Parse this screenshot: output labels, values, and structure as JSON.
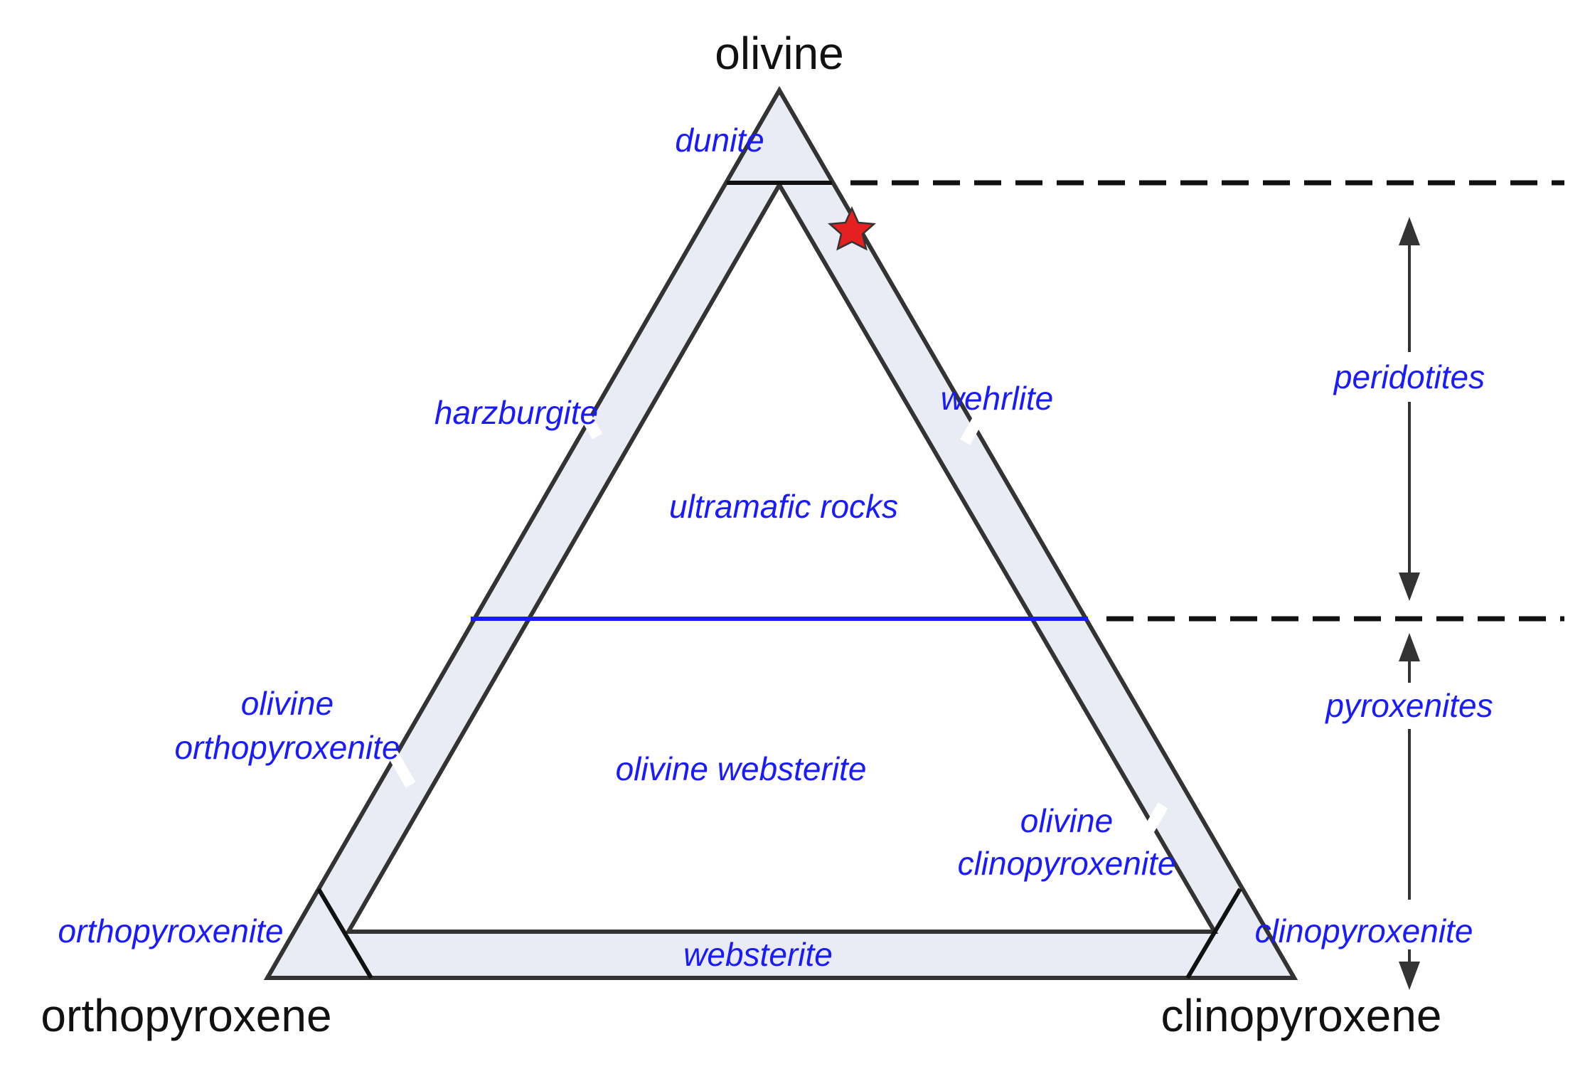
{
  "apex_labels": {
    "top": "olivine",
    "bottom_left": "orthopyroxene",
    "bottom_right": "clinopyroxene"
  },
  "field_labels": {
    "dunite": "dunite",
    "harzburgite": "harzburgite",
    "wehrlite": "wehrlite",
    "ultramafic": "ultramafic rocks",
    "olivine_websterite": "olivine websterite",
    "olivine_opx_line1": "olivine",
    "olivine_opx_line2": "orthopyroxenite",
    "olivine_cpx_line1": "olivine",
    "olivine_cpx_line2": "clinopyroxenite",
    "orthopyroxenite": "orthopyroxenite",
    "clinopyroxenite": "clinopyroxenite",
    "websterite": "websterite"
  },
  "range_labels": {
    "peridotites": "peridotites",
    "pyroxenites": "pyroxenites"
  },
  "colors": {
    "field_fill": "#e9ecf5",
    "outline": "#333333",
    "divider": "#1a1aff",
    "label_text": "#1a1aff",
    "sample_star": "#e52020"
  },
  "sample_marker": "red-star"
}
